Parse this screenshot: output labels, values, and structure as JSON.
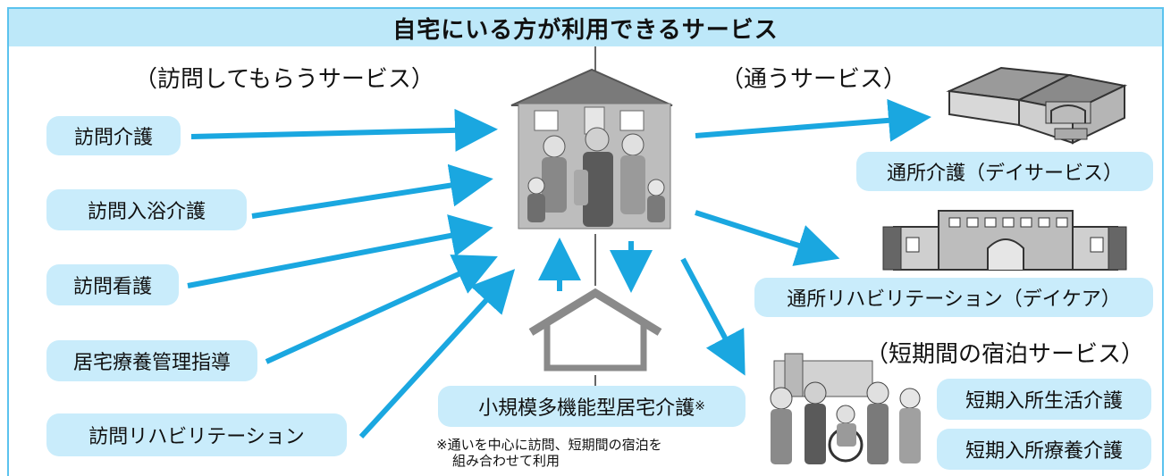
{
  "title": "自宅にいる方が利用できるサービス",
  "visit": {
    "heading": "（訪問してもらうサービス）",
    "items": [
      "訪問介護",
      "訪問入浴介護",
      "訪問看護",
      "居宅療養管理指導",
      "訪問リハビリテーション"
    ]
  },
  "commute": {
    "heading": "（通うサービス）",
    "items": [
      "通所介護（デイサービス）",
      "通所リハビリテーション（デイケア）"
    ]
  },
  "short_stay": {
    "heading": "（短期間の宿泊サービス）",
    "items": [
      "短期入所生活介護",
      "短期入所療養介護"
    ]
  },
  "multi": {
    "label": "小規模多機能型居宅介護",
    "mark": "※",
    "note_line1": "※通いを中心に訪問、短期間の宿泊を",
    "note_line2": "組み合わせて利用"
  },
  "colors": {
    "arrow": "#1aa7e0",
    "box": "#c9ecfb",
    "title_band": "#bde8f9",
    "frame": "#5bc3ee"
  },
  "icons": [
    "family-house-illustration",
    "day-service-building-illustration",
    "rehab-facility-building-illustration",
    "small-house-icon",
    "care-facility-people-illustration"
  ]
}
